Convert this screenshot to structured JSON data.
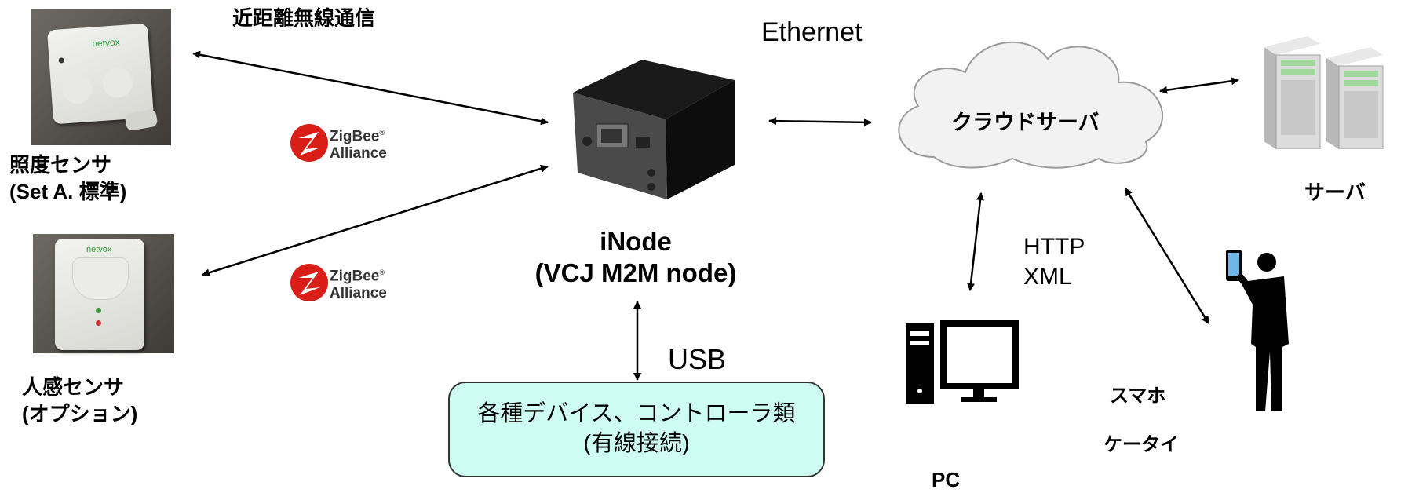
{
  "labels": {
    "short_range": "近距離無線通信",
    "ethernet": "Ethernet",
    "light_sensor_line1": "照度センサ",
    "light_sensor_line2": "(Set A.  標準)",
    "motion_sensor_line1": "人感センサ",
    "motion_sensor_line2": "(オプション)",
    "inode_line1": "iNode",
    "inode_line2": "(VCJ   M2M node)",
    "usb": "USB",
    "devices_line1": "各種デバイス、コントローラ類",
    "devices_line2": "(有線接続)",
    "cloud_server": "クラウドサーバ",
    "server": "サーバ",
    "http": "HTTP",
    "xml": "XML",
    "pc": "PC",
    "smartphone": "スマホ",
    "mobile": "ケータイ"
  },
  "zigbee_logo": {
    "line1": "ZigBee",
    "line2": "Alliance",
    "trademark": "®"
  },
  "sensor_brand": "netvox",
  "colors": {
    "device_box_fill": "#cdfdf2",
    "cloud_fill": "#f2f2f2",
    "zigbee_red": "#d91e18"
  },
  "icons": {
    "light_sensor": "light-sensor-photo",
    "motion_sensor": "motion-sensor-photo",
    "inode": "inode-device-photo",
    "cloud": "cloud-icon",
    "server": "server-icon",
    "pc": "pc-icon",
    "person": "person-with-smartphone-icon"
  }
}
